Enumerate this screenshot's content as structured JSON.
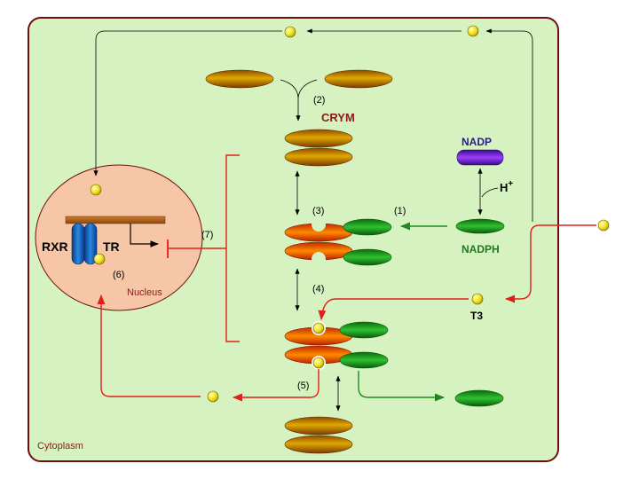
{
  "compartments": {
    "cytoplasm": "Cytoplasm",
    "nucleus": "Nucleus"
  },
  "proteins": {
    "crym": "CRYM",
    "nadp": "NADP",
    "nadph": "NADPH",
    "h_plus": "H",
    "h_plus_charge": "+",
    "t3": "T3",
    "rxr": "RXR",
    "tr": "TR"
  },
  "steps": {
    "s1": "(1)",
    "s2": "(2)",
    "s3": "(3)",
    "s4": "(4)",
    "s5": "(5)",
    "s6": "(6)",
    "s7": "(7)"
  },
  "colors": {
    "cytoplasm_fill": "#d6f2c0",
    "cytoplasm_border": "#6b1010",
    "nucleus_fill": "#f7c6a6",
    "crym_text": "#8b1a1a",
    "nadp_text": "#2b1a8a",
    "nadph_text": "#1e7a1e",
    "red_arrow": "#e0201a",
    "green_arrow": "#1e8a1e",
    "t3_ball": "#f2e020"
  }
}
